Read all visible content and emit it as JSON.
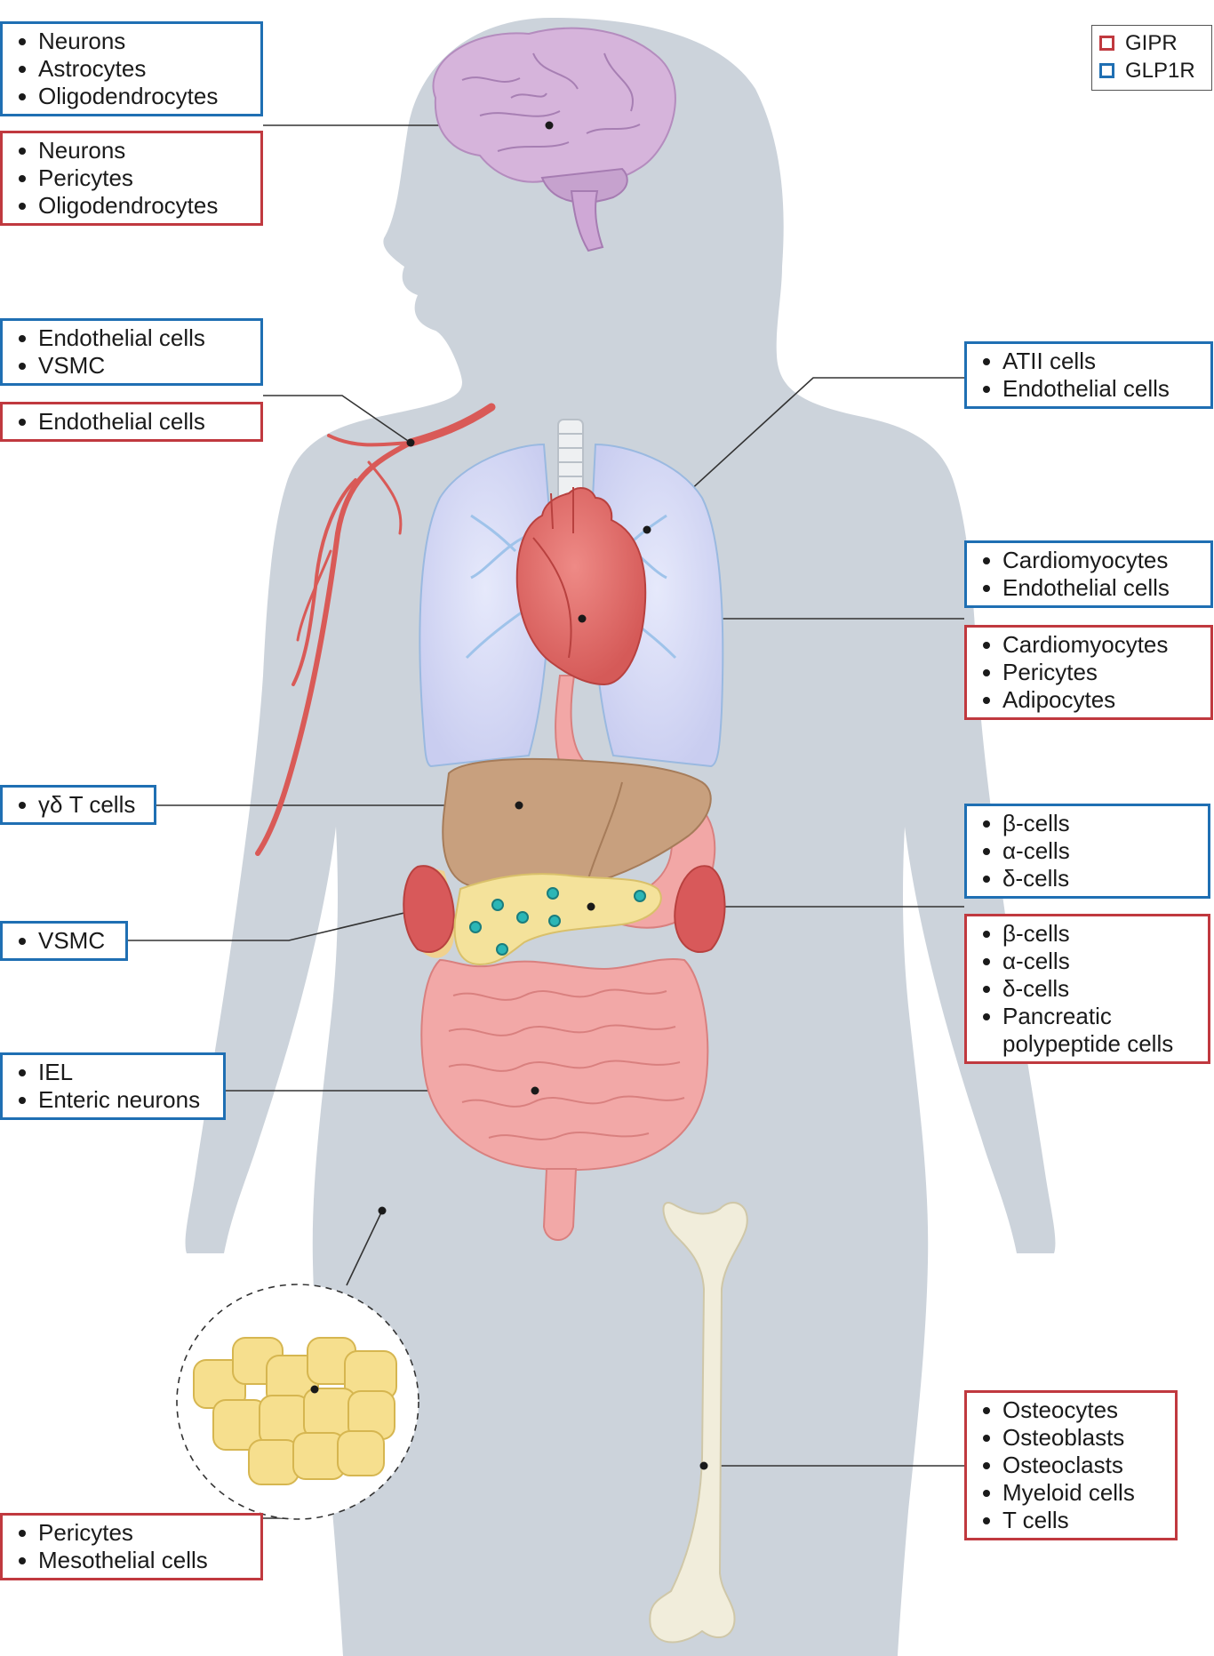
{
  "legend": {
    "gipr_label": "GIPR",
    "glp1r_label": "GLP1R",
    "gipr_color": "#c0393f",
    "glp1r_color": "#1f6fb3"
  },
  "boxes": {
    "brain_glp1r": [
      "Neurons",
      "Astrocytes",
      "Oligodendrocytes"
    ],
    "brain_gipr": [
      "Neurons",
      "Pericytes",
      "Oligodendrocytes"
    ],
    "vessel_glp1r": [
      "Endothelial cells",
      "VSMC"
    ],
    "vessel_gipr": [
      "Endothelial cells"
    ],
    "lung_glp1r": [
      "ATII cells",
      "Endothelial cells"
    ],
    "heart_glp1r": [
      "Cardiomyocytes",
      "Endothelial cells"
    ],
    "heart_gipr": [
      "Cardiomyocytes",
      "Pericytes",
      "Adipocytes"
    ],
    "liver_glp1r": [
      "γδ T cells"
    ],
    "kidney_glp1r": [
      "VSMC"
    ],
    "pancreas_glp1r": [
      "β-cells",
      "α-cells",
      "δ-cells"
    ],
    "pancreas_gipr": [
      "β-cells",
      "α-cells",
      "δ-cells",
      "Pancreatic",
      "polypeptide cells"
    ],
    "intestine_glp1r": [
      "IEL",
      "Enteric neurons"
    ],
    "adipose_gipr": [
      "Pericytes",
      "Mesothelial cells"
    ],
    "bone_gipr": [
      "Osteocytes",
      "Osteoblasts",
      "Osteoclasts",
      "Myeloid cells",
      "T cells"
    ]
  }
}
